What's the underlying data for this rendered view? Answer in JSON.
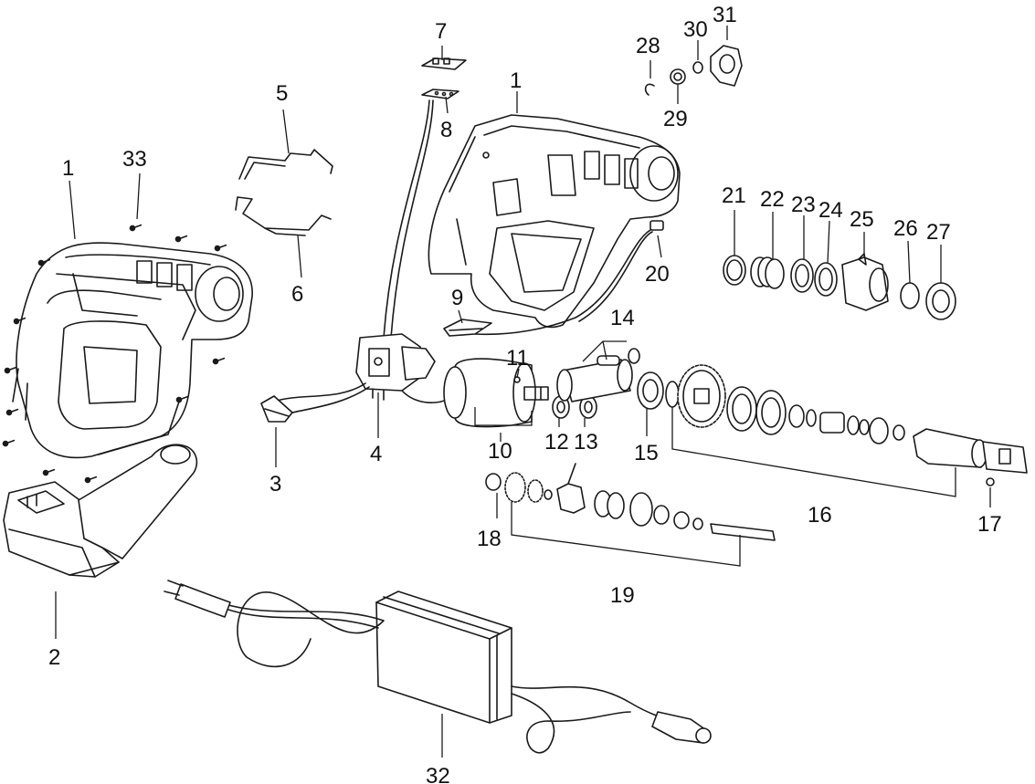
{
  "diagram": {
    "type": "exploded-parts-view",
    "line_color": "#1a1a1a",
    "background": "#ffffff",
    "callouts": [
      {
        "id": "c1a",
        "label": "1"
      },
      {
        "id": "c1b",
        "label": "1"
      },
      {
        "id": "c2",
        "label": "2"
      },
      {
        "id": "c3",
        "label": "3"
      },
      {
        "id": "c4",
        "label": "4"
      },
      {
        "id": "c5",
        "label": "5"
      },
      {
        "id": "c6",
        "label": "6"
      },
      {
        "id": "c7",
        "label": "7"
      },
      {
        "id": "c8",
        "label": "8"
      },
      {
        "id": "c9",
        "label": "9"
      },
      {
        "id": "c10",
        "label": "10"
      },
      {
        "id": "c11",
        "label": "11"
      },
      {
        "id": "c12",
        "label": "12"
      },
      {
        "id": "c13",
        "label": "13"
      },
      {
        "id": "c14",
        "label": "14"
      },
      {
        "id": "c15",
        "label": "15"
      },
      {
        "id": "c16",
        "label": "16"
      },
      {
        "id": "c17",
        "label": "17"
      },
      {
        "id": "c18",
        "label": "18"
      },
      {
        "id": "c19",
        "label": "19"
      },
      {
        "id": "c20",
        "label": "20"
      },
      {
        "id": "c21",
        "label": "21"
      },
      {
        "id": "c22",
        "label": "22"
      },
      {
        "id": "c23",
        "label": "23"
      },
      {
        "id": "c24",
        "label": "24"
      },
      {
        "id": "c25",
        "label": "25"
      },
      {
        "id": "c26",
        "label": "26"
      },
      {
        "id": "c27",
        "label": "27"
      },
      {
        "id": "c28",
        "label": "28"
      },
      {
        "id": "c29",
        "label": "29"
      },
      {
        "id": "c30",
        "label": "30"
      },
      {
        "id": "c31",
        "label": "31"
      },
      {
        "id": "c32",
        "label": "32"
      },
      {
        "id": "c33",
        "label": "33"
      }
    ]
  }
}
